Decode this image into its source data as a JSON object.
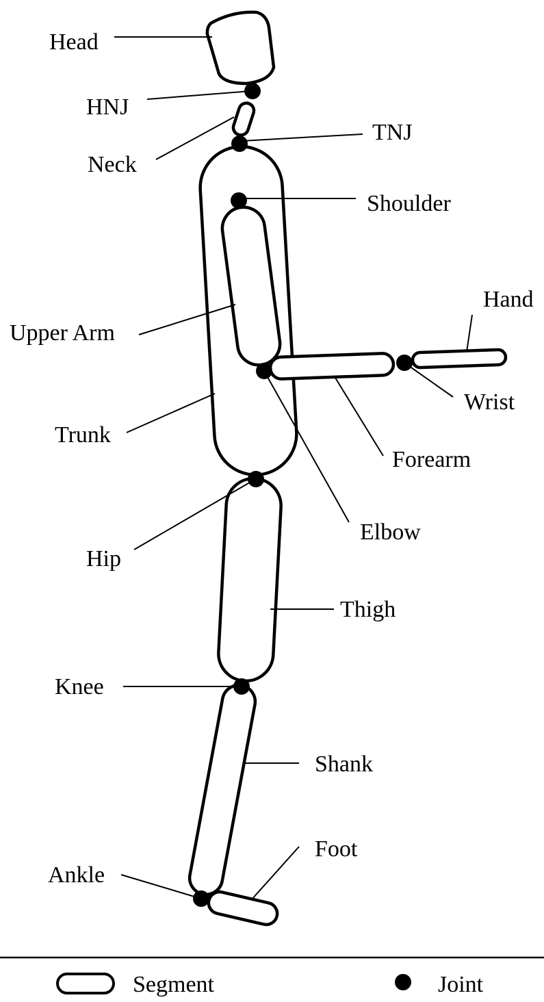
{
  "labels": {
    "head": "Head",
    "hnj": "HNJ",
    "tnj": "TNJ",
    "neck": "Neck",
    "shoulder": "Shoulder",
    "hand": "Hand",
    "upper_arm": "Upper Arm",
    "wrist": "Wrist",
    "trunk": "Trunk",
    "forearm": "Forearm",
    "hip": "Hip",
    "elbow": "Elbow",
    "thigh": "Thigh",
    "knee": "Knee",
    "shank": "Shank",
    "foot": "Foot",
    "ankle": "Ankle"
  },
  "legend": {
    "segment": "Segment",
    "joint": "Joint"
  }
}
